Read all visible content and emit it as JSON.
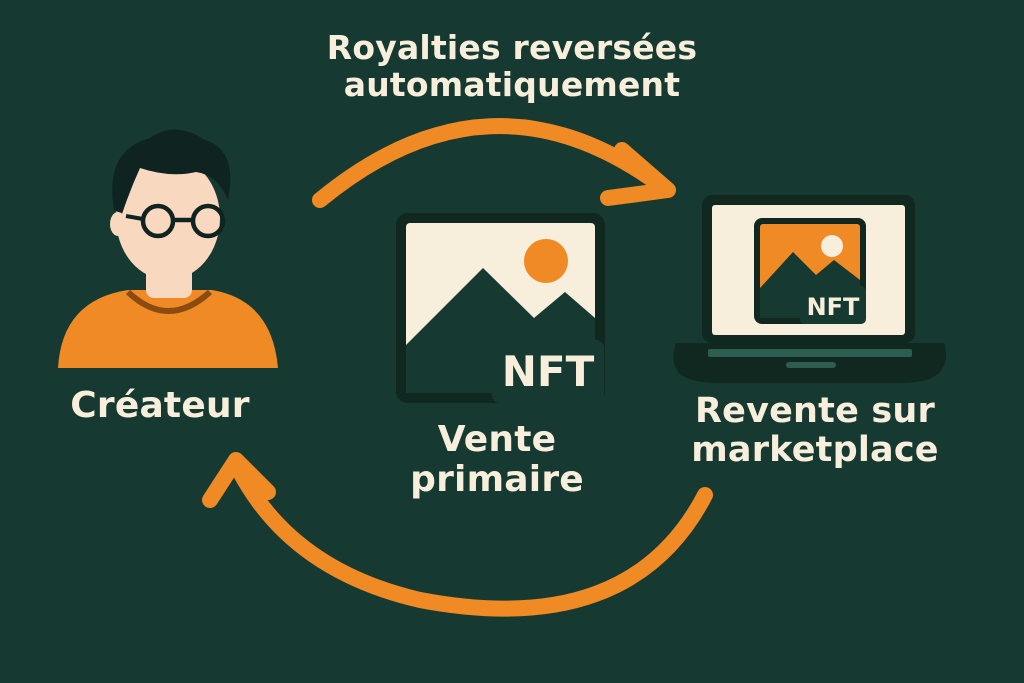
{
  "labels": {
    "royalties_line1": "Royalties reversées",
    "royalties_line2": "automatiquement",
    "creator": "Créateur",
    "primary_line1": "Vente",
    "primary_line2": "primaire",
    "resale_line1": "Revente sur",
    "resale_line2": "marketplace",
    "nft_tag": "NFT"
  },
  "icons": {
    "creator": "person-with-glasses-icon",
    "nft_artwork": "framed-image-nft-icon",
    "laptop": "laptop-marketplace-icon",
    "arrows": "circular-flow-arrows"
  },
  "colors": {
    "background": "#163a31",
    "accent": "#ef8a25",
    "cream": "#f7eedb",
    "dark": "#163a31",
    "skin": "#f9d8c0"
  }
}
